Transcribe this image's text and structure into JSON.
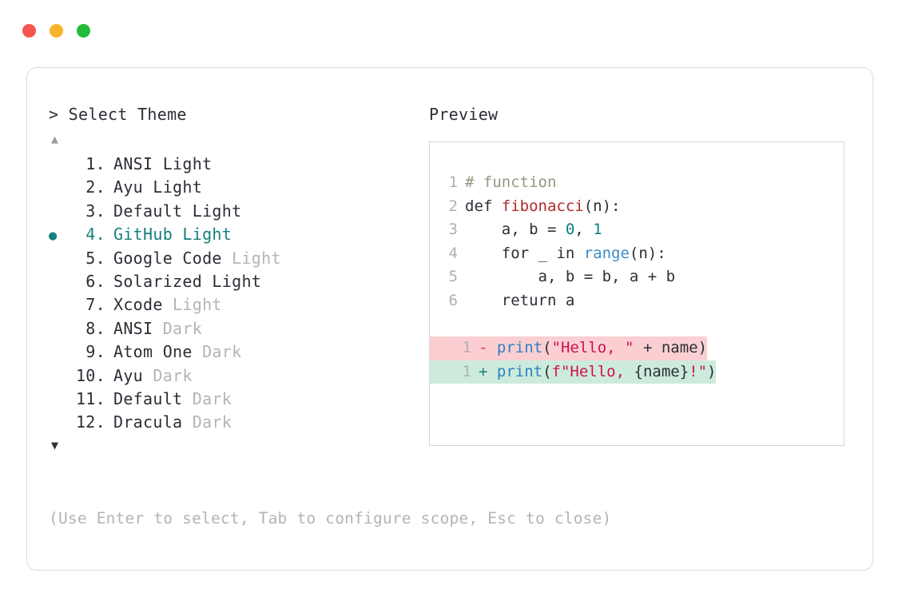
{
  "window": {
    "traffic_lights": [
      {
        "name": "close",
        "color": "#f4554e"
      },
      {
        "name": "minimize",
        "color": "#f7b42c"
      },
      {
        "name": "maximize",
        "color": "#22bb3b"
      }
    ]
  },
  "picker": {
    "prompt": "> Select Theme",
    "scroll_up": "▲",
    "scroll_down": "▼",
    "selected_index": 4,
    "bullet": "●",
    "items": [
      {
        "index": " 1.",
        "name": "ANSI",
        "variant": "Light",
        "variant_muted": false,
        "selected": false
      },
      {
        "index": " 2.",
        "name": "Ayu",
        "variant": "Light",
        "variant_muted": false,
        "selected": false
      },
      {
        "index": " 3.",
        "name": "Default",
        "variant": "Light",
        "variant_muted": false,
        "selected": false
      },
      {
        "index": " 4.",
        "name": "GitHub",
        "variant": "Light",
        "variant_muted": false,
        "selected": true
      },
      {
        "index": " 5.",
        "name": "Google Code",
        "variant": "Light",
        "variant_muted": true,
        "selected": false
      },
      {
        "index": " 6.",
        "name": "Solarized",
        "variant": "Light",
        "variant_muted": false,
        "selected": false
      },
      {
        "index": " 7.",
        "name": "Xcode",
        "variant": "Light",
        "variant_muted": true,
        "selected": false
      },
      {
        "index": " 8.",
        "name": "ANSI",
        "variant": "Dark",
        "variant_muted": true,
        "selected": false
      },
      {
        "index": " 9.",
        "name": "Atom One",
        "variant": "Dark",
        "variant_muted": true,
        "selected": false
      },
      {
        "index": "10.",
        "name": "Ayu",
        "variant": "Dark",
        "variant_muted": true,
        "selected": false
      },
      {
        "index": "11.",
        "name": "Default",
        "variant": "Dark",
        "variant_muted": true,
        "selected": false
      },
      {
        "index": "12.",
        "name": "Dracula",
        "variant": "Dark",
        "variant_muted": true,
        "selected": false
      }
    ]
  },
  "preview": {
    "title": "Preview",
    "code_lines": [
      {
        "gutter": "1",
        "tokens": [
          {
            "t": "# function",
            "c": "tok-comment"
          }
        ]
      },
      {
        "gutter": "2",
        "tokens": [
          {
            "t": "def ",
            "c": "tok-kw"
          },
          {
            "t": "fibonacci",
            "c": "tok-fn"
          },
          {
            "t": "(n):",
            "c": "tok-plain"
          }
        ]
      },
      {
        "gutter": "3",
        "tokens": [
          {
            "t": "    a, b = ",
            "c": "tok-plain"
          },
          {
            "t": "0",
            "c": "tok-num"
          },
          {
            "t": ", ",
            "c": "tok-plain"
          },
          {
            "t": "1",
            "c": "tok-num"
          }
        ]
      },
      {
        "gutter": "4",
        "tokens": [
          {
            "t": "    for _ in ",
            "c": "tok-plain"
          },
          {
            "t": "range",
            "c": "tok-builtin"
          },
          {
            "t": "(n):",
            "c": "tok-plain"
          }
        ]
      },
      {
        "gutter": "5",
        "tokens": [
          {
            "t": "        a, b = b, a + b",
            "c": "tok-plain"
          }
        ]
      },
      {
        "gutter": "6",
        "tokens": [
          {
            "t": "    return a",
            "c": "tok-plain"
          }
        ]
      }
    ],
    "diff_lines": [
      {
        "gutter": "1",
        "kind": "del",
        "marker": "-",
        "tokens": [
          {
            "t": "print",
            "c": "tok-call"
          },
          {
            "t": "(",
            "c": "tok-plain"
          },
          {
            "t": "\"Hello, \"",
            "c": "tok-str"
          },
          {
            "t": " + name)",
            "c": "tok-plain"
          }
        ]
      },
      {
        "gutter": "1",
        "kind": "add",
        "marker": "+",
        "tokens": [
          {
            "t": "print",
            "c": "tok-call"
          },
          {
            "t": "(",
            "c": "tok-plain"
          },
          {
            "t": "f\"Hello, ",
            "c": "tok-str"
          },
          {
            "t": "{name}",
            "c": "tok-plain"
          },
          {
            "t": "!\"",
            "c": "tok-str"
          },
          {
            "t": ")",
            "c": "tok-plain"
          }
        ]
      }
    ]
  },
  "footer": {
    "hint": "(Use Enter to select, Tab to configure scope, Esc to close)"
  },
  "colors": {
    "accent_teal": "#15807c",
    "muted_text": "#b4b4b4",
    "body_text": "#2b2f36",
    "diff_del_bg": "#fbcfd2",
    "diff_add_bg": "#cdebdd",
    "border": "#dcdcdc"
  }
}
